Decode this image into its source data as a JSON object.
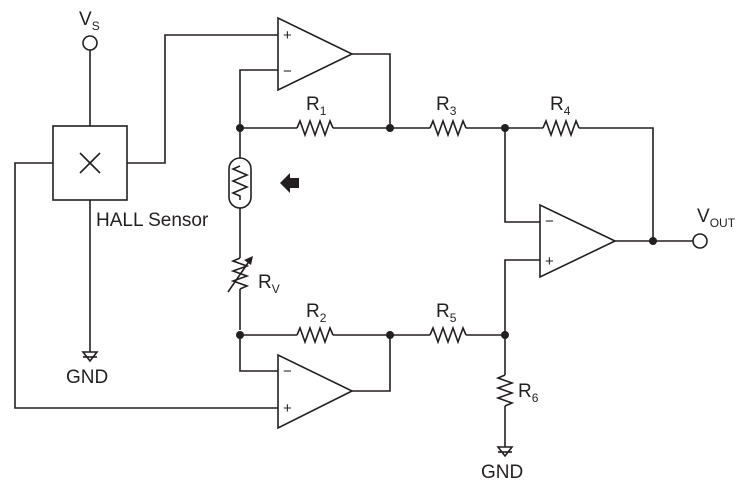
{
  "supply": {
    "name": "V",
    "sub": "S"
  },
  "output": {
    "name": "V",
    "sub": "OUT"
  },
  "sensor": {
    "label": "HALL Sensor"
  },
  "resistors": {
    "r1": {
      "name": "R",
      "sub": "1"
    },
    "r2": {
      "name": "R",
      "sub": "2"
    },
    "r3": {
      "name": "R",
      "sub": "3"
    },
    "r4": {
      "name": "R",
      "sub": "4"
    },
    "r5": {
      "name": "R",
      "sub": "5"
    },
    "r6": {
      "name": "R",
      "sub": "6"
    },
    "rv": {
      "name": "R",
      "sub": "V"
    }
  },
  "grounds": {
    "left": "GND",
    "right": "GND"
  },
  "opamp_signs": {
    "plus": "+",
    "minus": "−"
  },
  "colors": {
    "ink": "#231f20",
    "background": "#ffffff"
  }
}
